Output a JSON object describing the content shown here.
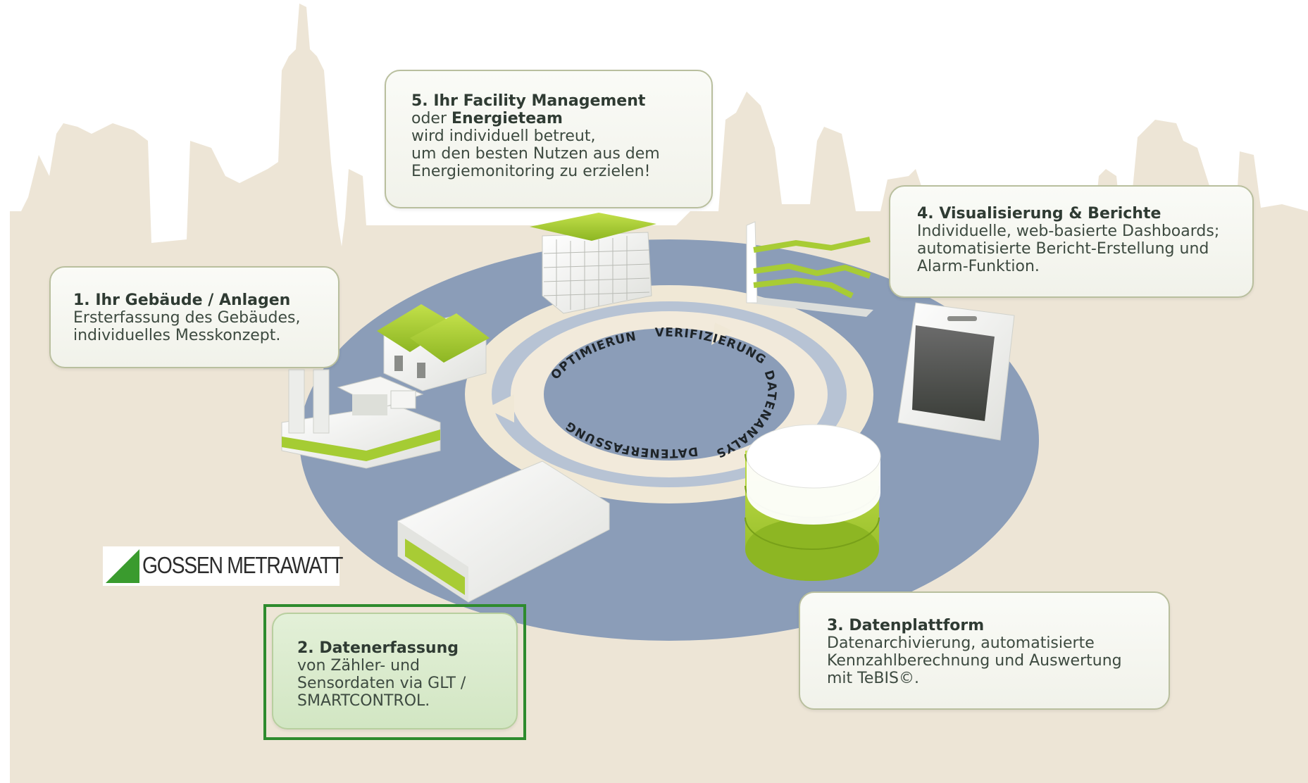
{
  "cards": {
    "c5": {
      "title": "5. Ihr Facility Management",
      "line2_pre": "oder ",
      "line2_bold": "Energieteam",
      "lines": [
        "wird individuell betreut,",
        "um den besten Nutzen aus dem",
        "Energiemonitoring zu erzielen!"
      ]
    },
    "c4": {
      "title": "4. Visualisierung & Berichte",
      "lines": [
        "Individuelle, web-basierte Dashboards;",
        "automatisierte Bericht-Erstellung und",
        "Alarm-Funktion."
      ]
    },
    "c1": {
      "title": "1. Ihr Gebäude / Anlagen",
      "lines": [
        "Ersterfassung des Gebäudes,",
        "individuelles Messkonzept."
      ]
    },
    "c2": {
      "title": "2. Datenerfassung",
      "lines": [
        "von Zähler- und",
        "Sensordaten via GLT /",
        "SMARTCONTROL."
      ]
    },
    "c3": {
      "title": "3. Datenplattform",
      "lines": [
        "Datenarchivierung, automatisierte",
        "Kennzahlberechnung und Auswertung",
        "mit TeBIS©."
      ]
    }
  },
  "ring_labels": {
    "optimierung": "OPTIMIERUNG",
    "verifizierung": "VERIFIZIERUNG",
    "datenanalyse": "DATENANALYSE",
    "datenerfassung": "DATENERFASSUNG"
  },
  "logo": {
    "text": "GOSSEN METRAWATT"
  },
  "colors": {
    "skyline": "#ede5d6",
    "platform": "#8b9db8",
    "platform_inner": "#b7c3d4",
    "ring": "#ece4d2",
    "accent_green": "#9dc62b",
    "highlight_border": "#2e8b2e",
    "logo_green": "#3a9b2e"
  }
}
